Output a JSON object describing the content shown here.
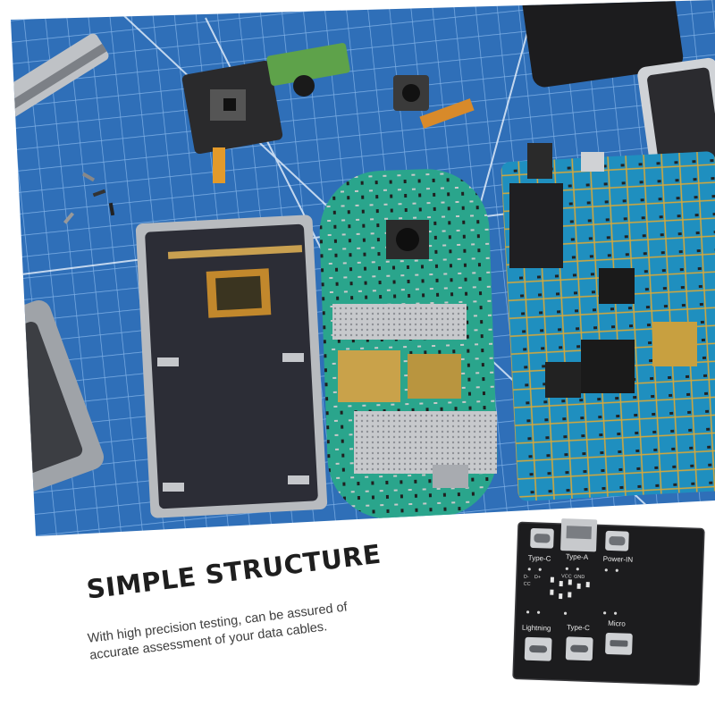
{
  "heading": "SIMPLE STRUCTURE",
  "description": "With high precision testing, can be assured of accurate assessment of your data cables.",
  "board": {
    "ports_top": [
      "Type-C",
      "Type-A",
      "Power-IN"
    ],
    "ports_bottom": [
      "Lightning",
      "Type-C",
      "Micro"
    ],
    "pins": [
      "D-",
      "D+",
      "VCC",
      "GND",
      "CC"
    ]
  },
  "colors": {
    "mat_blue": "#2f6fb8",
    "board_green": "#2aa58c",
    "board_gold": "#d4a73a",
    "shield_dark": "#2c2d36",
    "test_board": "#1c1c1e"
  }
}
